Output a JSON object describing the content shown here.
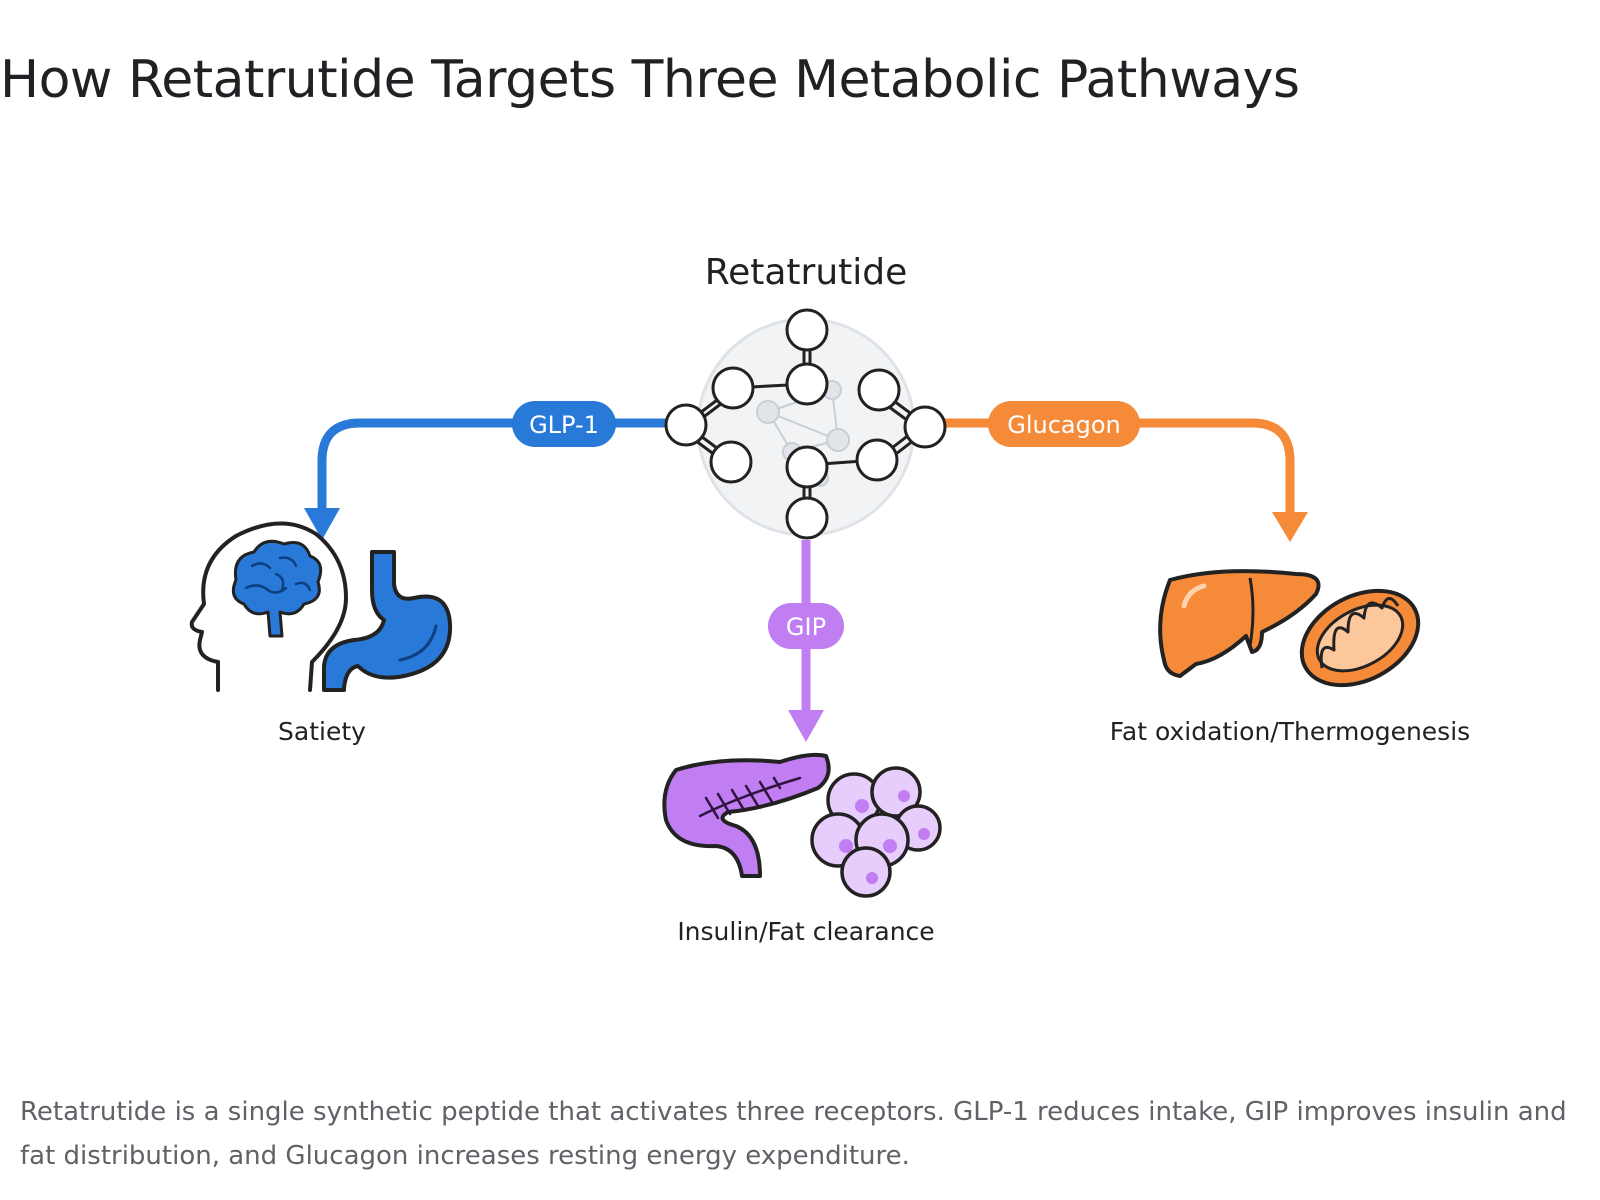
{
  "title": "How Retatrutide Targets Three Metabolic Pathways",
  "diagram": {
    "center_label": "Retatrutide",
    "pathways": [
      {
        "receptor": "GLP-1",
        "effect": "Satiety",
        "color": "#2979d9"
      },
      {
        "receptor": "GIP",
        "effect": "Insulin/Fat clearance",
        "color": "#c07ef2"
      },
      {
        "receptor": "Glucagon",
        "effect": "Fat oxidation/Thermogenesis",
        "color": "#f58a38"
      }
    ],
    "icons": [
      "molecule-icon",
      "brain-head-icon",
      "stomach-icon",
      "pancreas-icon",
      "fat-cells-icon",
      "liver-icon",
      "mitochondria-icon"
    ]
  },
  "caption": "Retatrutide is a single synthetic peptide that activates three receptors. GLP-1 reduces intake, GIP improves insulin and fat distribution, and Glucagon increases resting energy expenditure."
}
